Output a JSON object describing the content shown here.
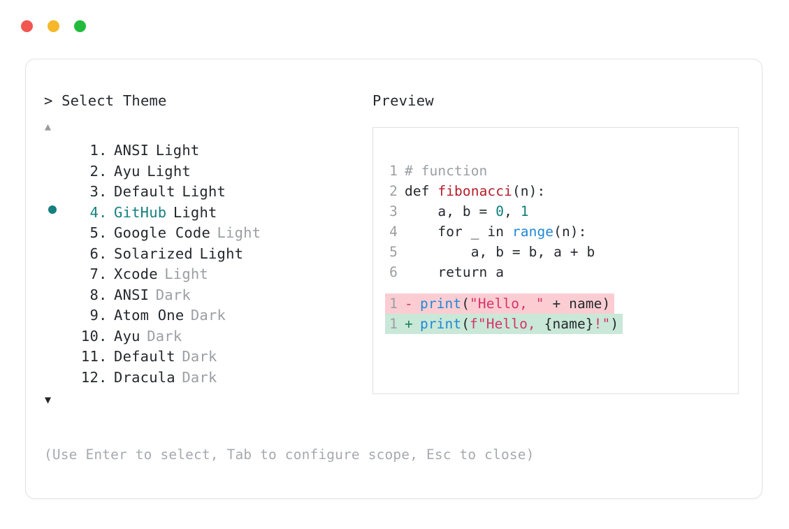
{
  "window": {
    "traffic_lights": [
      {
        "name": "close",
        "color": "#f25651"
      },
      {
        "name": "minimize",
        "color": "#f5b82b"
      },
      {
        "name": "maximize",
        "color": "#22bb3c"
      }
    ]
  },
  "prompt": {
    "caret": ">",
    "title": "Select Theme"
  },
  "scroll": {
    "up_glyph": "▲",
    "down_glyph": "▼",
    "up_color": "#9a9a9a",
    "down_color": "#222222"
  },
  "selection": {
    "bullet_glyph": "●",
    "accent_color": "#15807f",
    "selected_index": 4
  },
  "themes": [
    {
      "index": "1",
      "name": "ANSI",
      "variant": "Light",
      "variant_muted": false,
      "selected": false
    },
    {
      "index": "2",
      "name": "Ayu",
      "variant": "Light",
      "variant_muted": false,
      "selected": false
    },
    {
      "index": "3",
      "name": "Default",
      "variant": "Light",
      "variant_muted": false,
      "selected": false
    },
    {
      "index": "4",
      "name": "GitHub",
      "variant": "Light",
      "variant_muted": false,
      "selected": true
    },
    {
      "index": "5",
      "name": "Google Code",
      "variant": "Light",
      "variant_muted": true,
      "selected": false
    },
    {
      "index": "6",
      "name": "Solarized",
      "variant": "Light",
      "variant_muted": false,
      "selected": false
    },
    {
      "index": "7",
      "name": "Xcode",
      "variant": "Light",
      "variant_muted": true,
      "selected": false
    },
    {
      "index": "8",
      "name": "ANSI",
      "variant": "Dark",
      "variant_muted": true,
      "selected": false
    },
    {
      "index": "9",
      "name": "Atom One",
      "variant": "Dark",
      "variant_muted": true,
      "selected": false
    },
    {
      "index": "10",
      "name": "Ayu",
      "variant": "Dark",
      "variant_muted": true,
      "selected": false
    },
    {
      "index": "11",
      "name": "Default",
      "variant": "Dark",
      "variant_muted": true,
      "selected": false
    },
    {
      "index": "12",
      "name": "Dracula",
      "variant": "Dark",
      "variant_muted": true,
      "selected": false
    }
  ],
  "footer": {
    "hint": "(Use Enter to select, Tab to configure scope, Esc to close)"
  },
  "preview": {
    "heading": "Preview",
    "code_lines": [
      {
        "ln": "1",
        "tokens": [
          {
            "t": "# function",
            "c": "tok-comment"
          }
        ]
      },
      {
        "ln": "2",
        "tokens": [
          {
            "t": "def ",
            "c": "tok-plain"
          },
          {
            "t": "fibonacci",
            "c": "tok-fn"
          },
          {
            "t": "(n):",
            "c": "tok-plain"
          }
        ]
      },
      {
        "ln": "3",
        "tokens": [
          {
            "t": "    a, b = ",
            "c": "tok-plain"
          },
          {
            "t": "0",
            "c": "tok-num"
          },
          {
            "t": ", ",
            "c": "tok-plain"
          },
          {
            "t": "1",
            "c": "tok-num"
          }
        ]
      },
      {
        "ln": "4",
        "tokens": [
          {
            "t": "    for _ in ",
            "c": "tok-plain"
          },
          {
            "t": "range",
            "c": "tok-builtin"
          },
          {
            "t": "(n):",
            "c": "tok-plain"
          }
        ]
      },
      {
        "ln": "5",
        "tokens": [
          {
            "t": "        a, b = b, a + b",
            "c": "tok-plain"
          }
        ]
      },
      {
        "ln": "6",
        "tokens": [
          {
            "t": "    return a",
            "c": "tok-plain"
          }
        ]
      }
    ],
    "diff_lines": [
      {
        "kind": "del",
        "ln": "1",
        "sign": "-",
        "bg": "#fbcdd2",
        "tokens": [
          {
            "t": "print",
            "c": "tok-builtin"
          },
          {
            "t": "(",
            "c": "tok-plain"
          },
          {
            "t": "\"Hello, \"",
            "c": "tok-str"
          },
          {
            "t": " + name)",
            "c": "tok-plain"
          }
        ]
      },
      {
        "kind": "add",
        "ln": "1",
        "sign": "+",
        "bg": "#c9e8d7",
        "tokens": [
          {
            "t": "print",
            "c": "tok-builtin"
          },
          {
            "t": "(",
            "c": "tok-plain"
          },
          {
            "t": "f\"Hello, ",
            "c": "tok-str"
          },
          {
            "t": "{name}",
            "c": "tok-plain"
          },
          {
            "t": "!\"",
            "c": "tok-str"
          },
          {
            "t": ")",
            "c": "tok-plain"
          }
        ]
      }
    ]
  }
}
